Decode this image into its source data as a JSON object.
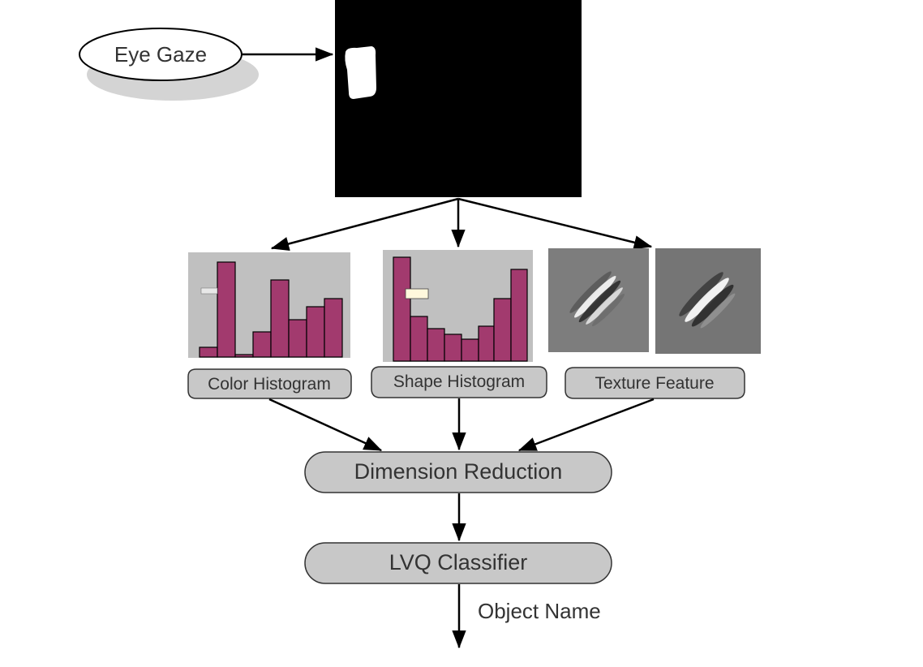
{
  "nodes": {
    "eye_gaze": "Eye Gaze",
    "color_histogram": "Color Histogram",
    "shape_histogram": "Shape Histogram",
    "texture_feature": "Texture Feature",
    "dimension_reduction": "Dimension Reduction",
    "lvq_classifier": "LVQ Classifier"
  },
  "edges": {
    "output_label": "Object Name"
  },
  "colors": {
    "node_fill": "#c8c8c8",
    "histogram_bar": "#a23a6e",
    "histogram_background": "#c0c0c0",
    "gaze_mask_background": "#000000",
    "gaze_mask_region": "#ffffff"
  }
}
